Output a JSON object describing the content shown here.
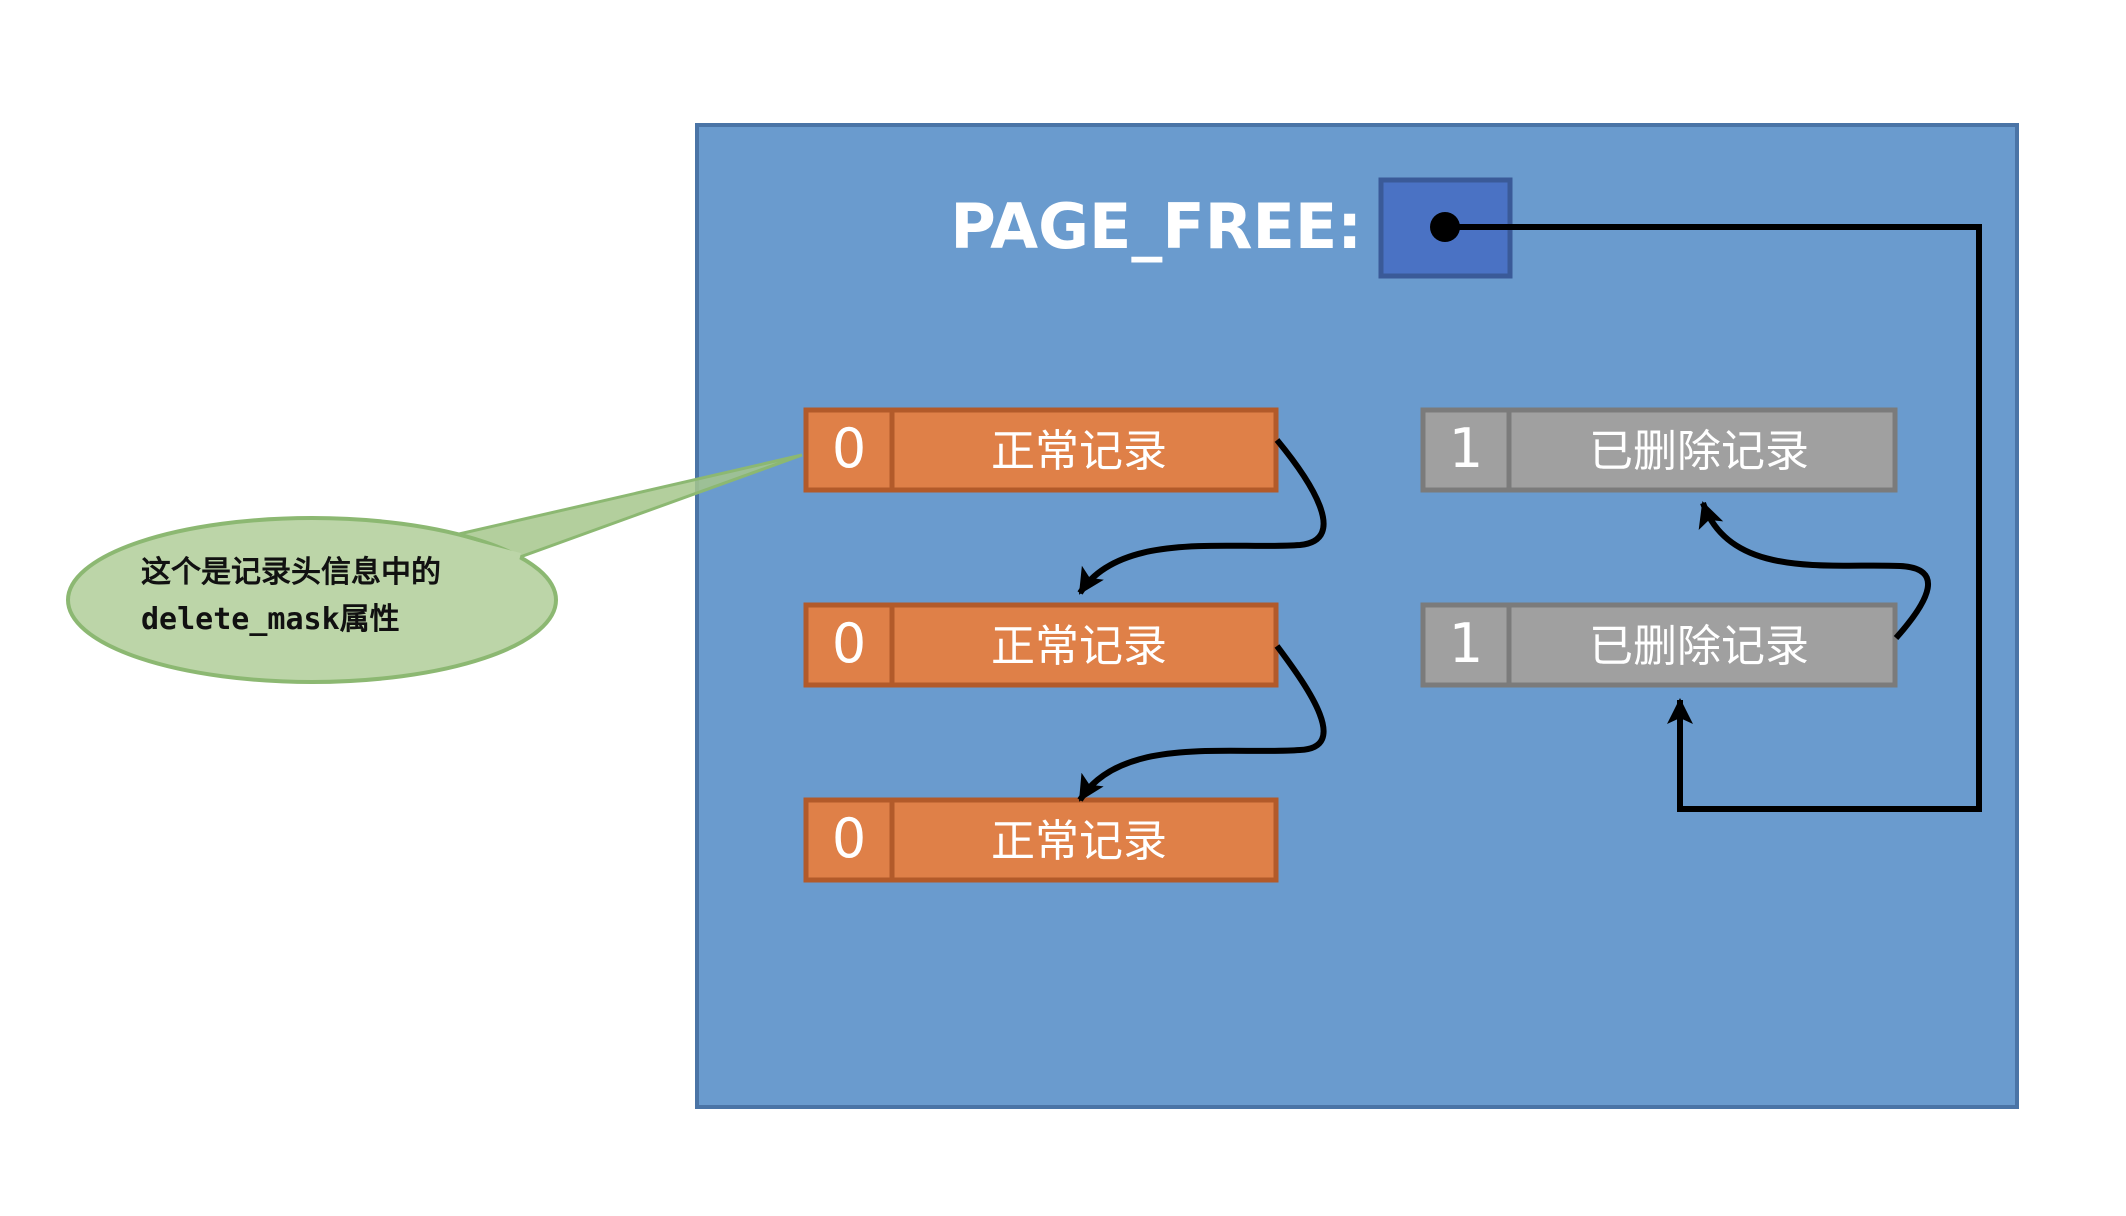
{
  "page_free": {
    "label": "PAGE_FREE:"
  },
  "normal_records": [
    {
      "flag": "0",
      "label": "正常记录"
    },
    {
      "flag": "0",
      "label": "正常记录"
    },
    {
      "flag": "0",
      "label": "正常记录"
    }
  ],
  "deleted_records": [
    {
      "flag": "1",
      "label": "已删除记录"
    },
    {
      "flag": "1",
      "label": "已删除记录"
    }
  ],
  "callout": {
    "line1": "这个是记录头信息中的",
    "line2": "delete_mask属性"
  },
  "colors": {
    "page_bg": "#6a9bce",
    "normal_record": "#df8048",
    "deleted_record": "#a0a0a0",
    "pointer_box": "#4a72c4",
    "callout": "#bcd5a8"
  }
}
